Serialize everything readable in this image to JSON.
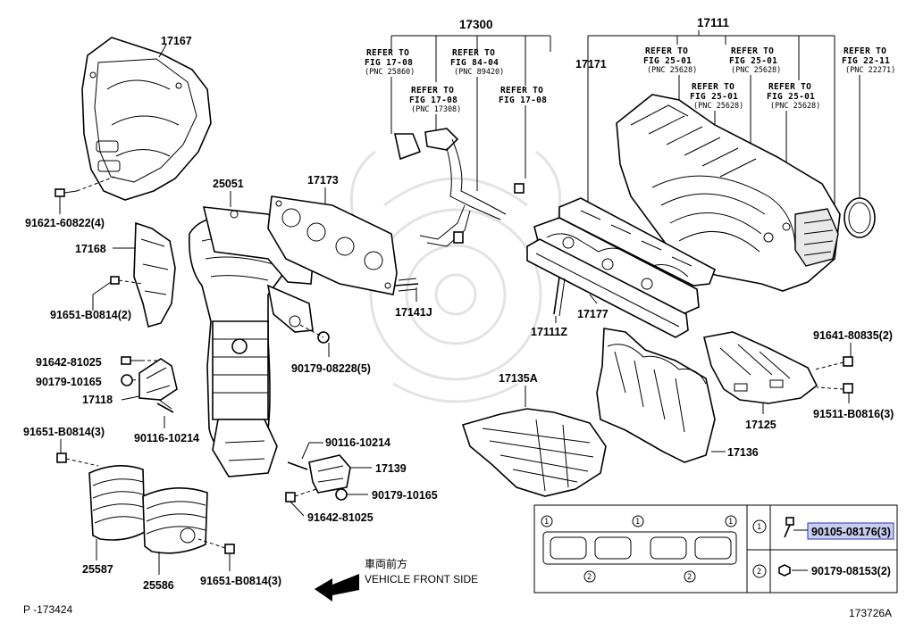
{
  "labels": {
    "p17167": "17167",
    "p91621": "91621-60822(4)",
    "p17168": "17168",
    "p91651a": "91651-B0814(2)",
    "p91642a": "91642-81025",
    "p90179a": "90179-10165",
    "p17118": "17118",
    "p90116a": "90116-10214",
    "p91651b": "91651-B0814(3)",
    "p25587": "25587",
    "p25586": "25586",
    "p91651c": "91651-B0814(3)",
    "p25051": "25051",
    "p17173": "17173",
    "p17141J": "17141J",
    "p90179b": "90179-08228(5)",
    "p90116b": "90116-10214",
    "p17139": "17139",
    "p90179c": "90179-10165",
    "p91642b": "91642-81025",
    "p17300": "17300",
    "p17111": "17111",
    "p17171": "17171",
    "p17177": "17177",
    "p17111Z": "17111Z",
    "p17135A": "17135A",
    "p17136": "17136",
    "p17125": "17125",
    "p91641": "91641-80835(2)",
    "p91511": "91511-B0816(3)"
  },
  "refs": {
    "r1": [
      "REFER TO",
      "FIG 17-08",
      "(PNC 25860)"
    ],
    "r2": [
      "REFER TO",
      "FIG 17-08",
      "(PNC 17308)"
    ],
    "r3": [
      "REFER TO",
      "FIG 84-04",
      "(PNC 89420)"
    ],
    "r4": [
      "REFER TO",
      "FIG 17-08"
    ],
    "r5": [
      "REFER TO",
      "FIG 25-01",
      "(PNC 25628)"
    ],
    "r6": [
      "REFER TO",
      "FIG 25-01",
      "(PNC 25628)"
    ],
    "r7": [
      "REFER TO",
      "FIG 25-01",
      "(PNC 25628)"
    ],
    "r8": [
      "REFER TO",
      "FIG 25-01",
      "(PNC 25628)"
    ],
    "r9": [
      "REFER TO",
      "FIG 22-11",
      "(PNC 22271)"
    ]
  },
  "legend": {
    "mark1": "1",
    "mark2": "2",
    "part1": "90105-08176(3)",
    "part2": "90179-08153(2)"
  },
  "direction": {
    "jp": "車両前方",
    "en": "VEHICLE FRONT SIDE"
  },
  "footer": {
    "left": "P -173424",
    "right": "173726A"
  },
  "colors": {
    "highlight_fill": "#c9cdf0",
    "highlight_stroke": "#4a52c8"
  }
}
